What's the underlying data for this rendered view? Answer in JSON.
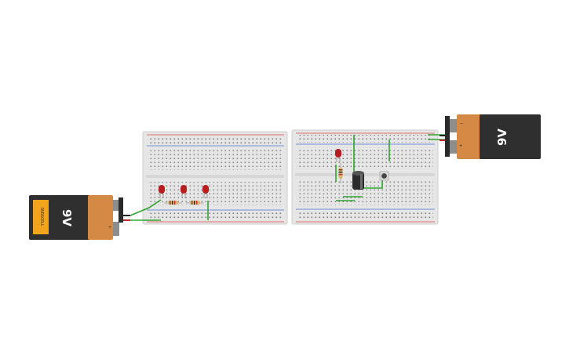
{
  "canvas": {
    "background": "#ffffff"
  },
  "battery_left": {
    "voltage_label": "9V",
    "sticker_text": "DURACELL",
    "body_color": "#2f2f2f",
    "cap_color": "#d48a45"
  },
  "battery_right": {
    "voltage_label": "9V",
    "body_color": "#2f2f2f",
    "cap_color": "#d48a45"
  },
  "colors": {
    "breadboard": "#e6e6e6",
    "rail_red": "#d64545",
    "rail_blue": "#4a6fd6",
    "wire_green": "#2fa52f",
    "led_red": "#b81d1d",
    "capacitor": "#2b2b2b",
    "button": "#444444"
  },
  "components": {
    "left_board_leds": 3,
    "left_board_resistors": 2,
    "right_board_leds": 1,
    "right_board_resistors": 1,
    "right_board_capacitors": 1,
    "right_board_buttons": 1
  }
}
